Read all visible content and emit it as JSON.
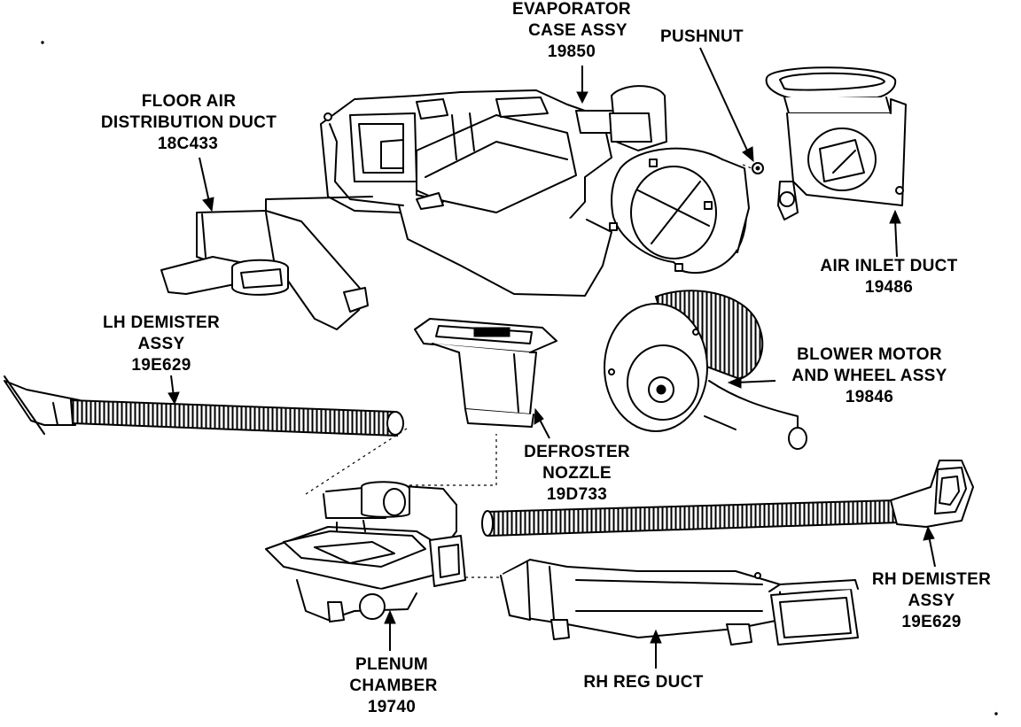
{
  "labels": {
    "evaporator": [
      "EVAPORATOR",
      "CASE ASSY",
      "19850"
    ],
    "pushnut": [
      "PUSHNUT"
    ],
    "floor_air": [
      "FLOOR AIR",
      "DISTRIBUTION DUCT",
      "18C433"
    ],
    "air_inlet": [
      "AIR INLET DUCT",
      "19486"
    ],
    "lh_demister": [
      "LH DEMISTER",
      "ASSY",
      "19E629"
    ],
    "blower": [
      "BLOWER MOTOR",
      "AND WHEEL ASSY",
      "19846"
    ],
    "defroster": [
      "DEFROSTER",
      "NOZZLE",
      "19D733"
    ],
    "rh_demister": [
      "RH DEMISTER",
      "ASSY",
      "19E629"
    ],
    "plenum": [
      "PLENUM",
      "CHAMBER",
      "19740"
    ],
    "rh_reg": [
      "RH REG DUCT"
    ]
  },
  "colors": {
    "ink": "#000000",
    "paper": "#ffffff"
  }
}
